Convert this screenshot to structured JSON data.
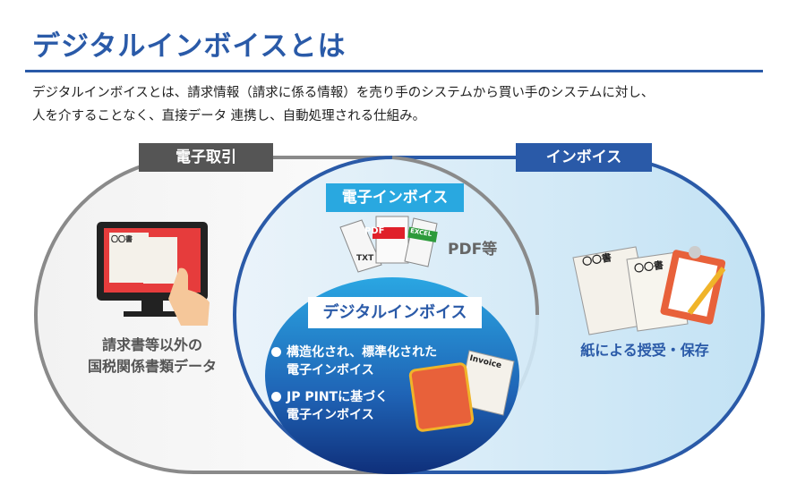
{
  "title": "デジタルインボイスとは",
  "description": [
    "デジタルインボイスとは、請求情報（請求に係る情報）を売り手のシステムから買い手のシステムに対し、",
    "人を介することなく、直接データ 連携し、自動処理される仕組み。"
  ],
  "labels": {
    "electronic_transaction": "電子取引",
    "invoice": "インボイス",
    "electronic_invoice": "電子インボイス",
    "digital_invoice": "デジタルインボイス"
  },
  "left_caption": [
    "請求書等以外の",
    "国税関係書類データ"
  ],
  "right_caption": "紙による授受・保存",
  "file_formats": {
    "txt": "TXT",
    "pdf": "PDF",
    "excel": "EXCEL",
    "note": "PDF等"
  },
  "digital_points": [
    [
      "構造化され、標準化された",
      "電子インボイス"
    ],
    [
      "JP PINTに基づく",
      "電子インボイス"
    ]
  ],
  "doc_marks": {
    "maru_sho": "〇〇書",
    "invoice_doc": "Invoice"
  },
  "colors": {
    "brand": "#2a5aa8",
    "gray": "#555555",
    "light_blue": "#29a8e0"
  }
}
